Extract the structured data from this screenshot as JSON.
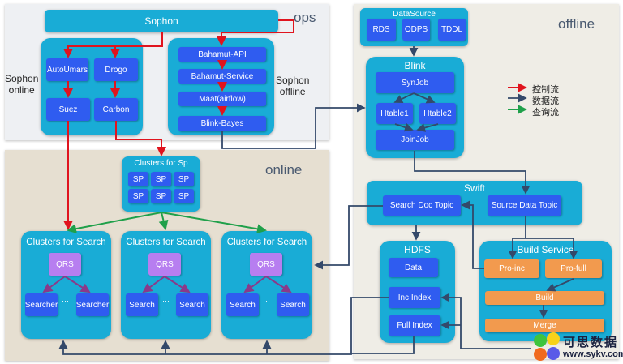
{
  "ops_label": "ops",
  "online_label": "online",
  "offline_label": "offline",
  "sophon": "Sophon",
  "sophon_online": {
    "label_line1": "Sophon",
    "label_line2": "online",
    "nodes": [
      "AutoUmars",
      "Drogo",
      "Suez",
      "Carbon"
    ]
  },
  "sophon_offline": {
    "label_line1": "Sophon",
    "label_line2": "offline",
    "nodes": [
      "Bahamut-API",
      "Bahamut-Service",
      "Maat(airflow)",
      "Blink-Bayes"
    ]
  },
  "sp_cluster": {
    "title": "Clusters  for Sp",
    "nodes": [
      "SP",
      "SP",
      "SP",
      "SP",
      "SP",
      "SP"
    ]
  },
  "search_clusters": [
    {
      "title": "Clusters for Search",
      "qrs": "QRS",
      "left": "Searcher",
      "dots": "···",
      "right": "Searcher"
    },
    {
      "title": "Clusters for Search",
      "qrs": "QRS",
      "left": "Search",
      "dots": "···",
      "right": "Search"
    },
    {
      "title": "Clusters for Search",
      "qrs": "QRS",
      "left": "Search",
      "dots": "···",
      "right": "Search"
    }
  ],
  "datasource": {
    "title": "DataSource",
    "nodes": [
      "RDS",
      "ODPS",
      "TDDL"
    ]
  },
  "blink": {
    "title": "Blink",
    "synjob": "SynJob",
    "htable1": "Htable1",
    "htable2": "Htable2",
    "joinjob": "JoinJob"
  },
  "swift": {
    "title": "Swift",
    "search_doc": "Search Doc Topic",
    "source_data": "Source Data Topic"
  },
  "hdfs": {
    "title": "HDFS",
    "data": "Data",
    "inc": "Inc Index",
    "full": "Full Index"
  },
  "build_service": {
    "title": "Build Service",
    "pro_inc": "Pro-inc",
    "pro_full": "Pro-full",
    "build": "Build",
    "merge": "Merge"
  },
  "legend": [
    {
      "label": "控制流",
      "color": "#e0141e"
    },
    {
      "label": "数据流",
      "color": "#1f3250"
    },
    {
      "label": "查询流",
      "color": "#1fa04a"
    }
  ],
  "watermark": {
    "cn": "可思数据",
    "url": "www.sykv.com"
  }
}
